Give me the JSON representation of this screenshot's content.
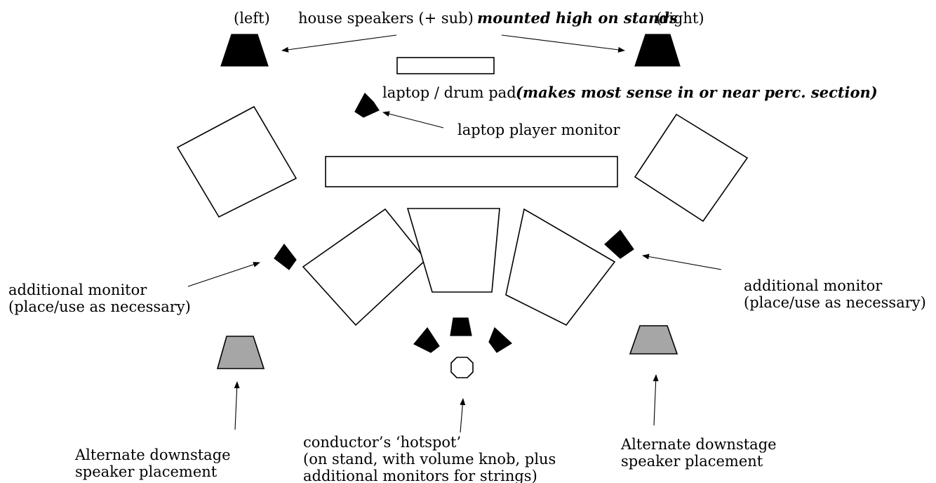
{
  "labels": {
    "left": "(left)",
    "house_plain": "house speakers (+ sub)",
    "house_italic": "mounted high on stands",
    "right": "(right)",
    "laptop_pad": "laptop / drum pad",
    "laptop_pad_note": "(makes most sense in or near perc. section)",
    "laptop_monitor": "laptop player monitor",
    "monitor_left_line1": "additional monitor",
    "monitor_left_line2": "(place/use as necessary)",
    "monitor_right_line1": "additional monitor",
    "monitor_right_line2": "(place/use as necessary)",
    "alt_left_line1": "Alternate downstage",
    "alt_left_line2": "speaker placement",
    "alt_right_line1": "Alternate downstage",
    "alt_right_line2": "speaker placement",
    "hotspot_line1": "conductor’s ‘hotspot’",
    "hotspot_line2": "(on stand, with volume knob, plus",
    "hotspot_line3": "additional monitors for strings)"
  },
  "colors": {
    "speaker": "#000000",
    "alt_speaker": "#a6a6a6",
    "outline": "#000000",
    "background": "#ffffff"
  }
}
